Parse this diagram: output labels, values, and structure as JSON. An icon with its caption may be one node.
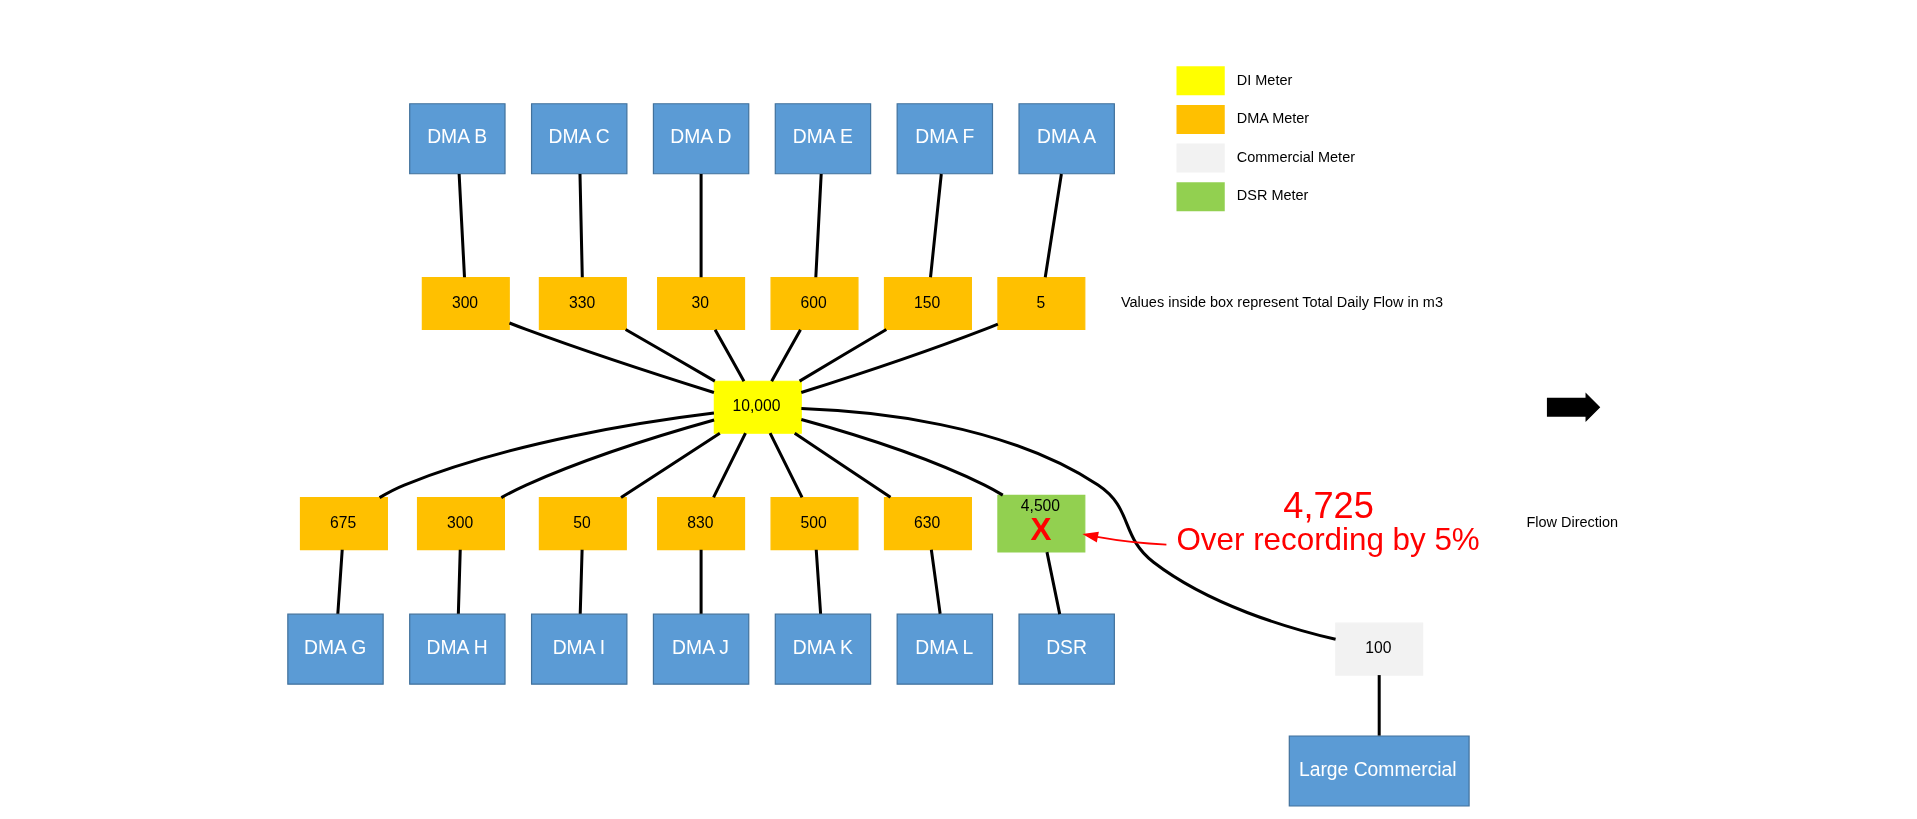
{
  "diagram": {
    "nodes": [
      {
        "text": [
          "DMA A"
        ]
      },
      {
        "text": [
          "DMA B"
        ]
      },
      {
        "text": [
          "DMA C"
        ]
      },
      {
        "text": [
          "DMA D"
        ]
      },
      {
        "text": [
          "DMA E"
        ]
      },
      {
        "text": [
          "DMA F"
        ]
      },
      {
        "text": [
          "5"
        ]
      },
      {
        "text": [
          "300"
        ]
      },
      {
        "text": [
          "330"
        ]
      },
      {
        "text": [
          "30"
        ]
      },
      {
        "text": [
          "600"
        ]
      },
      {
        "text": [
          "150"
        ]
      },
      {
        "text": [
          "10,000"
        ]
      },
      {
        "text": [
          "4,500",
          "X"
        ]
      },
      {
        "text": [
          "4,725",
          "Over recording by 5%"
        ]
      },
      {
        "text": [
          "675"
        ]
      },
      {
        "text": [
          "300"
        ]
      },
      {
        "text": [
          "50"
        ]
      },
      {
        "text": [
          "830"
        ]
      },
      {
        "text": [
          "DSR"
        ]
      },
      {
        "text": [
          "DMA G"
        ]
      },
      {
        "text": [
          "DMA H"
        ]
      },
      {
        "text": [
          "DMA I"
        ]
      },
      {
        "text": [
          "DMA J"
        ]
      },
      {
        "text": [
          "100"
        ]
      },
      {
        "text": [
          "Large Commercial"
        ]
      },
      {
        "text": [
          "DMA K"
        ]
      },
      {
        "text": [
          "500"
        ]
      },
      {
        "text": [
          "630"
        ]
      },
      {
        "text": [
          "DMA L"
        ]
      }
    ],
    "edges": [
      {
        "from": 0,
        "to": 6,
        "arrow": "none"
      },
      {
        "from": 1,
        "to": 7,
        "arrow": "none"
      },
      {
        "from": 2,
        "to": 8,
        "arrow": "none"
      },
      {
        "from": 3,
        "to": 9,
        "arrow": "none"
      },
      {
        "from": 4,
        "to": 10,
        "arrow": "none"
      },
      {
        "from": 5,
        "to": 11,
        "arrow": "none"
      },
      {
        "from": 6,
        "to": 12,
        "arrow": "none"
      },
      {
        "from": 7,
        "to": 12,
        "arrow": "none"
      },
      {
        "from": 8,
        "to": 12,
        "arrow": "none"
      },
      {
        "from": 9,
        "to": 12,
        "arrow": "none"
      },
      {
        "from": 10,
        "to": 12,
        "arrow": "none"
      },
      {
        "from": 11,
        "to": 12,
        "arrow": "none"
      },
      {
        "from": 12,
        "to": 24,
        "arrow": "none"
      },
      {
        "from": 24,
        "to": 25,
        "arrow": "none"
      },
      {
        "from": 12,
        "to": 15,
        "arrow": "none"
      },
      {
        "from": 15,
        "to": 20,
        "arrow": "none"
      },
      {
        "from": 12,
        "to": 16,
        "arrow": "none"
      },
      {
        "from": 16,
        "to": 21,
        "arrow": "none"
      },
      {
        "from": 12,
        "to": 17,
        "arrow": "none"
      },
      {
        "from": 17,
        "to": 22,
        "arrow": "none"
      },
      {
        "from": 12,
        "to": 18,
        "arrow": "none"
      },
      {
        "from": 18,
        "to": 23,
        "arrow": "none"
      },
      {
        "from": 12,
        "to": 27,
        "arrow": "none"
      },
      {
        "from": 27,
        "to": 26,
        "arrow": "none"
      },
      {
        "from": 12,
        "to": 28,
        "arrow": "none"
      },
      {
        "from": 28,
        "to": 29,
        "arrow": "none"
      },
      {
        "from": 12,
        "to": 13,
        "arrow": "none"
      },
      {
        "from": 13,
        "to": 19,
        "arrow": "none"
      },
      {
        "from": 14,
        "to": 13,
        "arrow": "to",
        "color": "#ff0000"
      }
    ],
    "labels": [
      "Flow Direction",
      "Values inside box represent Total Daily Flow in m3"
    ],
    "legend": [
      {
        "text": "DI Meter",
        "color": "#ffff00"
      },
      {
        "text": "DMA Meter",
        "color": "#ffc000"
      },
      {
        "text": "Commercial Meter",
        "color": "#f2f2f2"
      },
      {
        "text": "DSR Meter",
        "color": "#92d050"
      }
    ]
  }
}
